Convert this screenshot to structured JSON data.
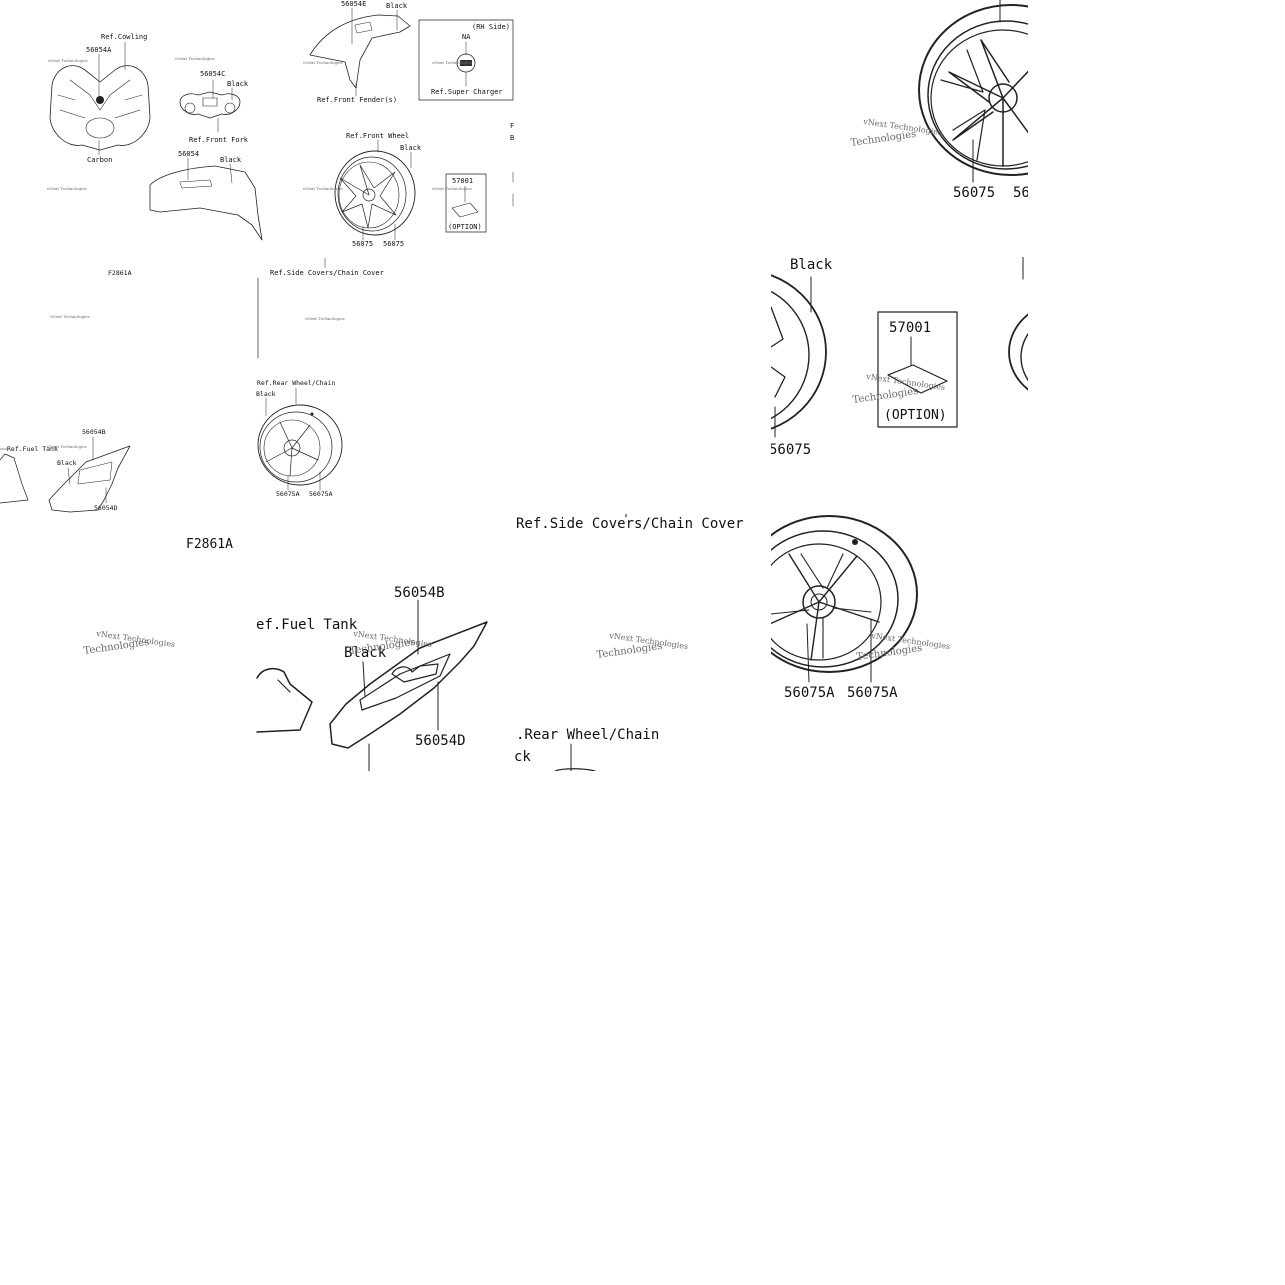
{
  "overview": {
    "cowling": {
      "ref": "Ref.Cowling",
      "part": "56054A",
      "finish": "Carbon"
    },
    "fork": {
      "part": "56054C",
      "color": "Black",
      "ref": "Ref.Front Fork"
    },
    "tank_top": {
      "part": "56054",
      "color": "Black"
    },
    "fender": {
      "part": "56054E",
      "color": "Black",
      "ref": "Ref.Front Fender(s)"
    },
    "charger_box": {
      "side": "(RH Side)",
      "part": "NA",
      "ref": "Ref.Super Charger"
    },
    "front_wheel": {
      "ref": "Ref.Front Wheel",
      "color": "Black",
      "part_left": "56075",
      "part_right": "56075"
    },
    "option_box": {
      "part": "57001",
      "note": "(OPTION)"
    },
    "side_covers": {
      "ref": "Ref.Side Covers/Chain Cover"
    },
    "rear_wheel": {
      "ref": "Ref.Rear Wheel/Chain",
      "color": "Black",
      "part_left": "56075A",
      "part_right": "56075A"
    },
    "fuel_tank": {
      "ref": "Ref.Fuel Tank",
      "part_top": "56054B",
      "color": "Black",
      "part_bottom": "56054D"
    },
    "figure": "F2861A"
  },
  "zoom_front_wheel": {
    "part_left": "56075",
    "part_right": "56"
  },
  "zoom_option": {
    "color": "Black",
    "part": "57001",
    "note": "(OPTION)",
    "wheel_part": "56075"
  },
  "zoom_rear_wheel": {
    "part_left": "56075A",
    "part_right": "56075A"
  },
  "zoom_side_cover": {
    "ref": "Ref.Side Covers/Chain Cover",
    "rear_ref": ".Rear Wheel/Chain",
    "color": "ck"
  },
  "zoom_tank": {
    "figure": "F2861A",
    "ref": "ef.Fuel Tank",
    "part_top": "56054B",
    "color": "Black",
    "part_bottom": "56054D"
  },
  "watermark": "vNext Technologies"
}
